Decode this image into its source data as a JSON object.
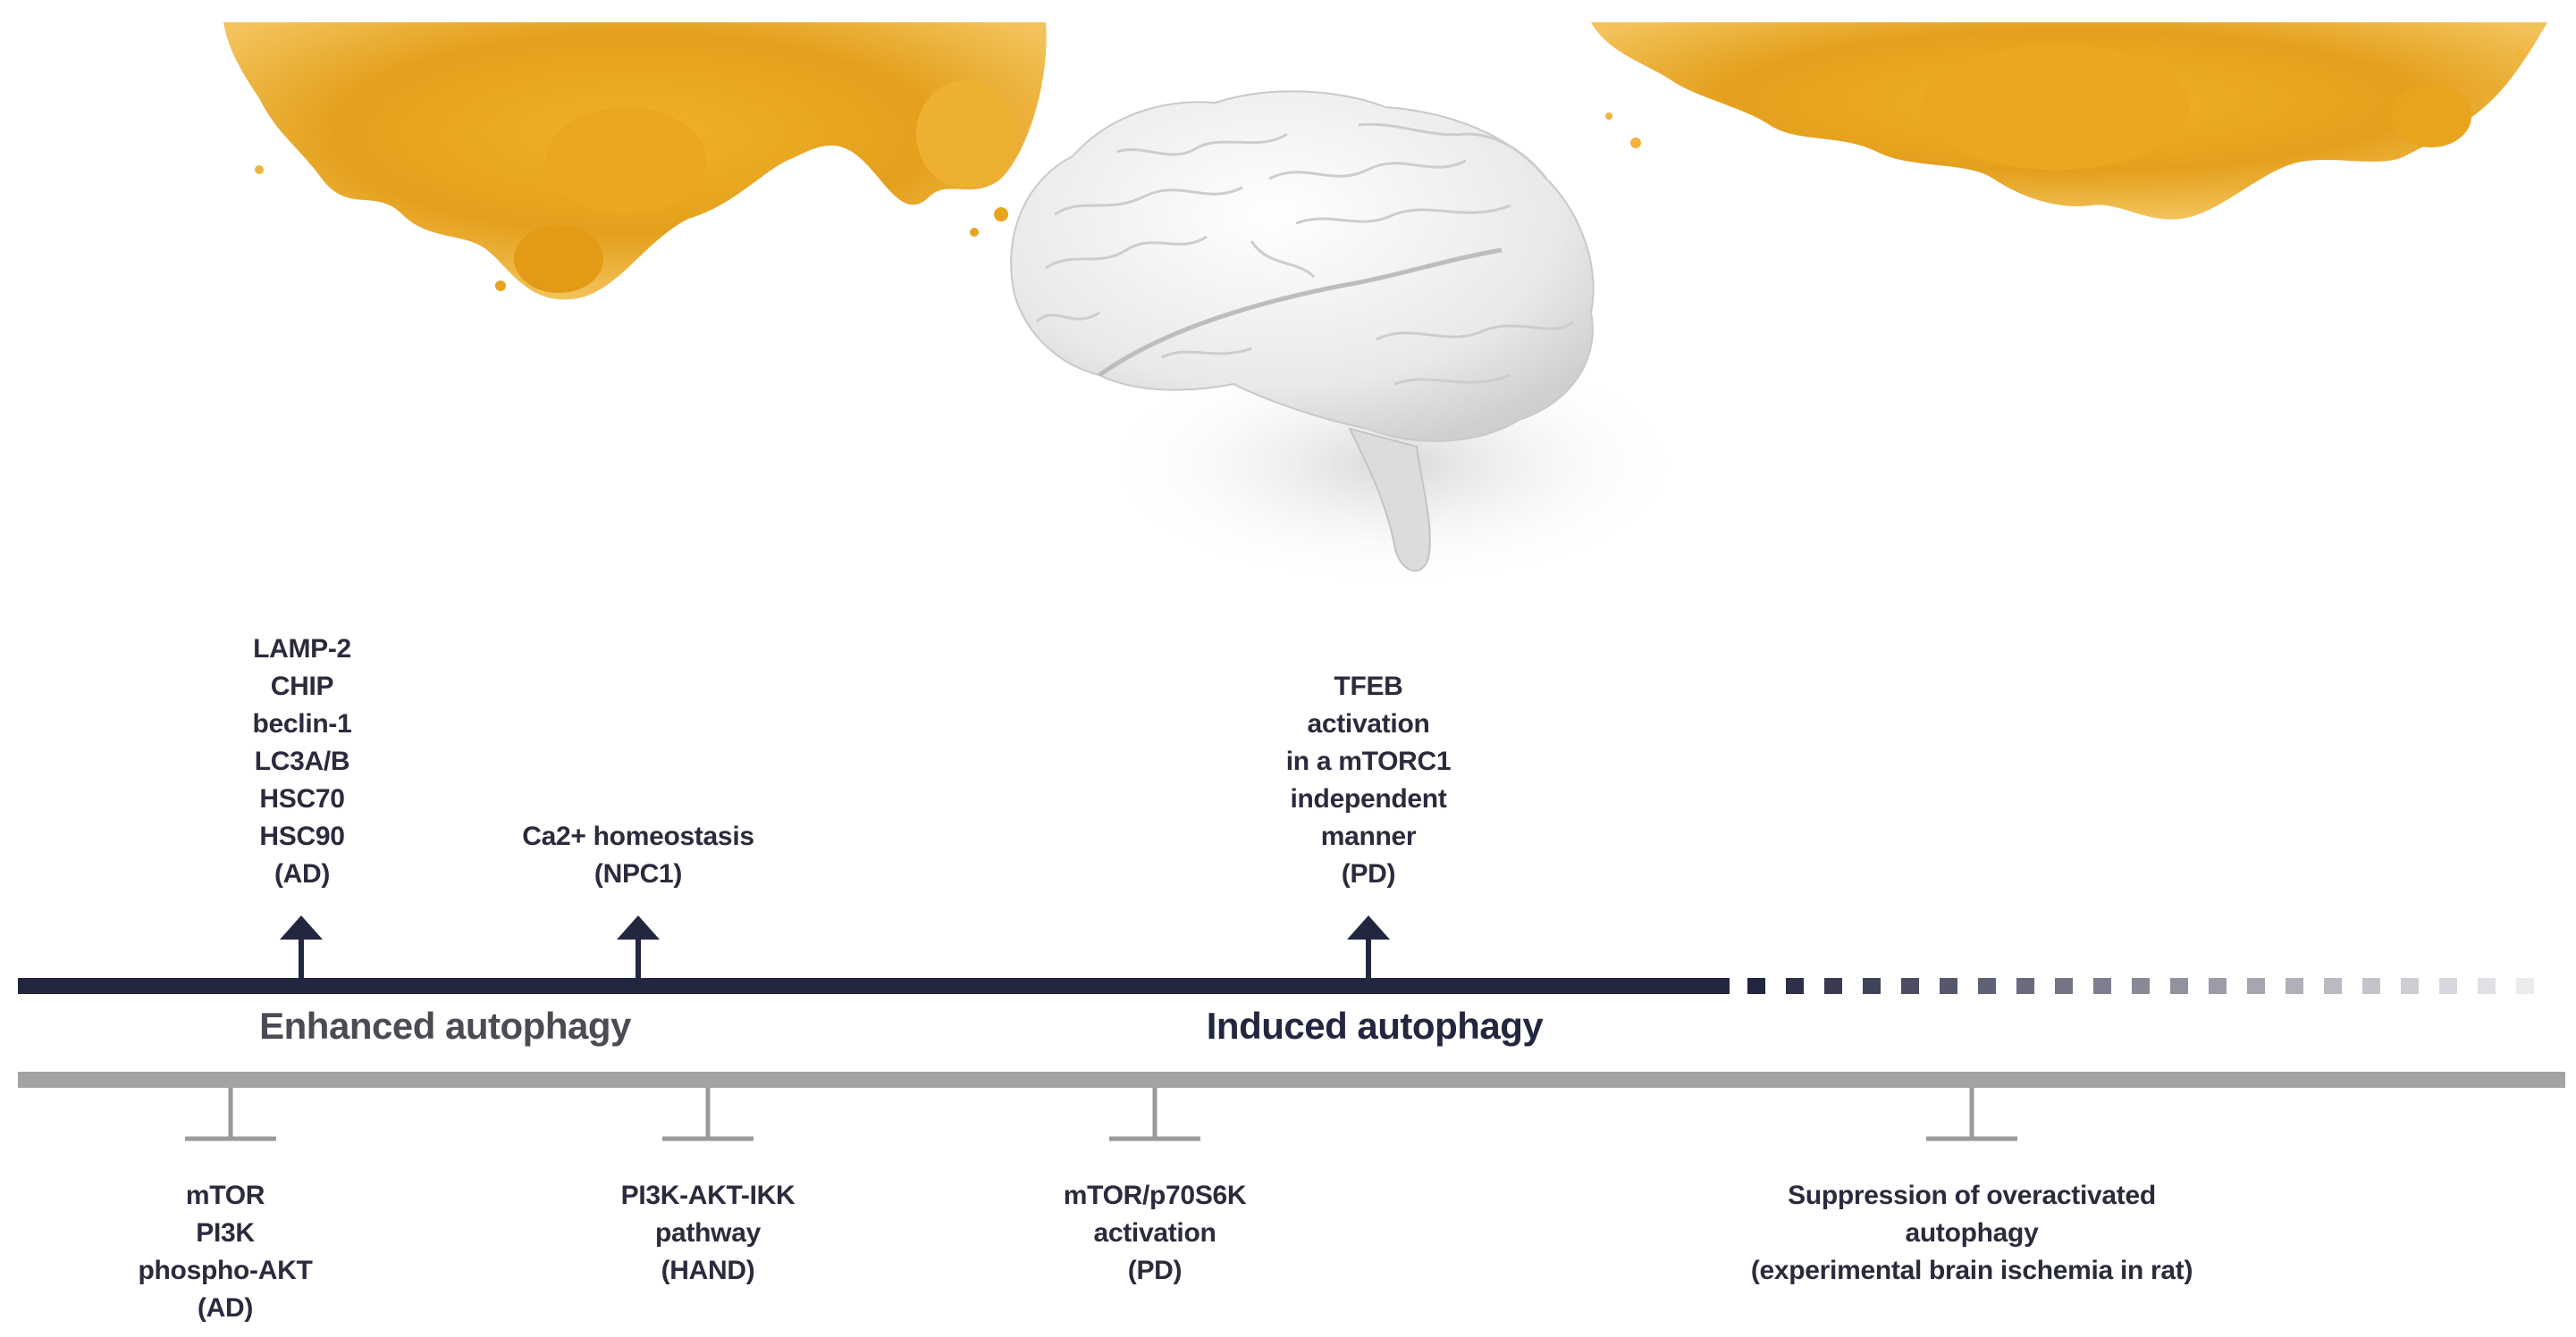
{
  "colors": {
    "dark_line": "#23263f",
    "gray_line": "#a3a3a3",
    "text": "#2a2b3d",
    "region_left": "#4b4b55",
    "region_right": "#23263f",
    "turmeric": "#e8a51c"
  },
  "icons": {
    "brain": "brain-illustration",
    "powder_left": "turmeric-powder",
    "powder_right": "turmeric-powder"
  },
  "regions": {
    "enhanced": "Enhanced autophagy",
    "induced": "Induced autophagy"
  },
  "activators": [
    {
      "lines": [
        "LAMP-2",
        "CHIP",
        "beclin-1",
        "LC3A/B",
        "HSC70",
        "HSC90",
        "(AD)"
      ]
    },
    {
      "lines": [
        "Ca2+ homeostasis",
        "(NPC1)"
      ]
    },
    {
      "lines": [
        "TFEB",
        "activation",
        "in a  mTORC1",
        "independent",
        "manner",
        "(PD)"
      ]
    }
  ],
  "inhibitors": [
    {
      "lines": [
        "mTOR",
        "PI3K",
        "phospho-AKT",
        "(AD)"
      ]
    },
    {
      "lines": [
        "PI3K-AKT-IKK",
        "pathway",
        "(HAND)"
      ]
    },
    {
      "lines": [
        "mTOR/p70S6K",
        "activation",
        "(PD)"
      ]
    },
    {
      "lines": [
        "Suppression of overactivated",
        "autophagy",
        "(experimental brain ischemia in rat)"
      ]
    }
  ]
}
